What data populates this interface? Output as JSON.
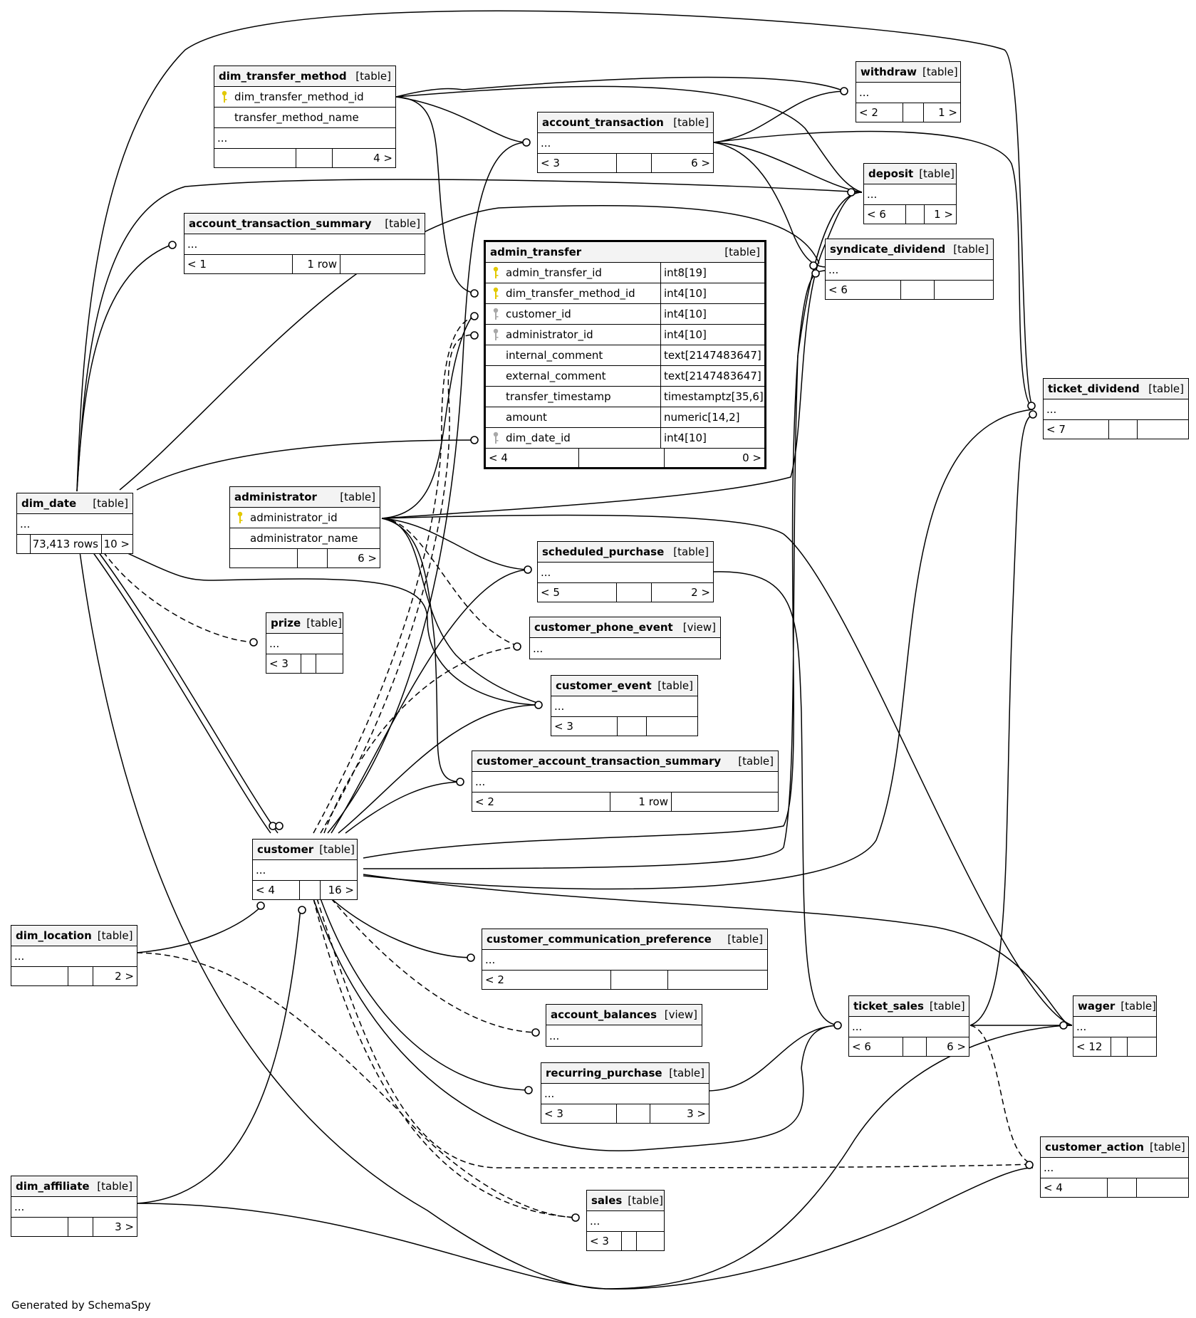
{
  "diagram": {
    "generated_by": "Generated by SchemaSpy",
    "tables": [
      {
        "id": "dim_transfer_method",
        "name": "dim_transfer_method",
        "type": "[table]",
        "columns": [
          {
            "name": "dim_transfer_method_id",
            "key": "pk"
          },
          {
            "name": "transfer_method_name",
            "key": ""
          }
        ],
        "ellipsis": "...",
        "footer": [
          "",
          "",
          "4 >"
        ]
      },
      {
        "id": "withdraw",
        "name": "withdraw",
        "type": "[table]",
        "columns": [],
        "ellipsis": "...",
        "footer": [
          "< 2",
          "",
          "1 >"
        ]
      },
      {
        "id": "account_transaction",
        "name": "account_transaction",
        "type": "[table]",
        "columns": [],
        "ellipsis": "...",
        "footer": [
          "< 3",
          "",
          "6 >"
        ]
      },
      {
        "id": "deposit",
        "name": "deposit",
        "type": "[table]",
        "columns": [],
        "ellipsis": "...",
        "footer": [
          "< 6",
          "",
          "1 >"
        ]
      },
      {
        "id": "account_transaction_summary",
        "name": "account_transaction_summary",
        "type": "[table]",
        "columns": [],
        "ellipsis": "...",
        "footer": [
          "< 1",
          "1 row",
          ""
        ]
      },
      {
        "id": "admin_transfer",
        "name": "admin_transfer",
        "type": "[table]",
        "columns": [
          {
            "name": "admin_transfer_id",
            "type": "int8[19]",
            "key": "pk"
          },
          {
            "name": "dim_transfer_method_id",
            "type": "int4[10]",
            "key": "pk"
          },
          {
            "name": "customer_id",
            "type": "int4[10]",
            "key": "fk"
          },
          {
            "name": "administrator_id",
            "type": "int4[10]",
            "key": "fk"
          },
          {
            "name": "internal_comment",
            "type": "text[2147483647]",
            "key": ""
          },
          {
            "name": "external_comment",
            "type": "text[2147483647]",
            "key": ""
          },
          {
            "name": "transfer_timestamp",
            "type": "timestamptz[35,6]",
            "key": ""
          },
          {
            "name": "amount",
            "type": "numeric[14,2]",
            "key": ""
          },
          {
            "name": "dim_date_id",
            "type": "int4[10]",
            "key": "fk"
          }
        ],
        "ellipsis": "",
        "footer": [
          "< 4",
          "",
          "0 >"
        ]
      },
      {
        "id": "syndicate_dividend",
        "name": "syndicate_dividend",
        "type": "[table]",
        "columns": [],
        "ellipsis": "...",
        "footer": [
          "< 6",
          "",
          ""
        ]
      },
      {
        "id": "ticket_dividend",
        "name": "ticket_dividend",
        "type": "[table]",
        "columns": [],
        "ellipsis": "...",
        "footer": [
          "< 7",
          "",
          ""
        ]
      },
      {
        "id": "dim_date",
        "name": "dim_date",
        "type": "[table]",
        "columns": [],
        "ellipsis": "...",
        "footer": [
          "",
          "73,413 rows",
          "10 >"
        ]
      },
      {
        "id": "administrator",
        "name": "administrator",
        "type": "[table]",
        "columns": [
          {
            "name": "administrator_id",
            "key": "pk"
          },
          {
            "name": "administrator_name",
            "key": ""
          }
        ],
        "ellipsis": "",
        "footer": [
          "",
          "",
          "6 >"
        ]
      },
      {
        "id": "scheduled_purchase",
        "name": "scheduled_purchase",
        "type": "[table]",
        "columns": [],
        "ellipsis": "...",
        "footer": [
          "< 5",
          "",
          "2 >"
        ]
      },
      {
        "id": "customer_phone_event",
        "name": "customer_phone_event",
        "type": "[view]",
        "columns": [],
        "ellipsis": "...",
        "footer": null
      },
      {
        "id": "prize",
        "name": "prize",
        "type": "[table]",
        "columns": [],
        "ellipsis": "...",
        "footer": [
          "< 3",
          "",
          ""
        ]
      },
      {
        "id": "customer_event",
        "name": "customer_event",
        "type": "[table]",
        "columns": [],
        "ellipsis": "...",
        "footer": [
          "< 3",
          "",
          ""
        ]
      },
      {
        "id": "customer_account_transaction_summary",
        "name": "customer_account_transaction_summary",
        "type": "[table]",
        "columns": [],
        "ellipsis": "...",
        "footer": [
          "< 2",
          "1 row",
          ""
        ]
      },
      {
        "id": "customer",
        "name": "customer",
        "type": "[table]",
        "columns": [],
        "ellipsis": "...",
        "footer": [
          "< 4",
          "",
          "16 >"
        ]
      },
      {
        "id": "dim_location",
        "name": "dim_location",
        "type": "[table]",
        "columns": [],
        "ellipsis": "...",
        "footer": [
          "",
          "",
          "2 >"
        ]
      },
      {
        "id": "customer_communication_preference",
        "name": "customer_communication_preference",
        "type": "[table]",
        "columns": [],
        "ellipsis": "...",
        "footer": [
          "< 2",
          "",
          ""
        ]
      },
      {
        "id": "account_balances",
        "name": "account_balances",
        "type": "[view]",
        "columns": [],
        "ellipsis": "...",
        "footer": null
      },
      {
        "id": "ticket_sales",
        "name": "ticket_sales",
        "type": "[table]",
        "columns": [],
        "ellipsis": "...",
        "footer": [
          "< 6",
          "",
          "6 >"
        ]
      },
      {
        "id": "wager",
        "name": "wager",
        "type": "[table]",
        "columns": [],
        "ellipsis": "...",
        "footer": [
          "< 12",
          "",
          ""
        ]
      },
      {
        "id": "recurring_purchase",
        "name": "recurring_purchase",
        "type": "[table]",
        "columns": [],
        "ellipsis": "...",
        "footer": [
          "< 3",
          "",
          "3 >"
        ]
      },
      {
        "id": "customer_action",
        "name": "customer_action",
        "type": "[table]",
        "columns": [],
        "ellipsis": "...",
        "footer": [
          "< 4",
          "",
          ""
        ]
      },
      {
        "id": "dim_affiliate",
        "name": "dim_affiliate",
        "type": "[table]",
        "columns": [],
        "ellipsis": "...",
        "footer": [
          "",
          "",
          "3 >"
        ]
      },
      {
        "id": "sales",
        "name": "sales",
        "type": "[table]",
        "columns": [],
        "ellipsis": "...",
        "footer": [
          "< 3",
          "",
          ""
        ]
      }
    ],
    "relationships": [
      {
        "from": "dim_transfer_method",
        "to": "withdraw",
        "style": "solid"
      },
      {
        "from": "dim_transfer_method",
        "to": "account_transaction",
        "style": "solid"
      },
      {
        "from": "dim_transfer_method",
        "to": "deposit",
        "style": "solid"
      },
      {
        "from": "dim_transfer_method",
        "to": "admin_transfer",
        "style": "solid"
      },
      {
        "from": "account_transaction",
        "to": "withdraw",
        "style": "solid"
      },
      {
        "from": "account_transaction",
        "to": "deposit",
        "style": "solid"
      },
      {
        "from": "account_transaction",
        "to": "syndicate_dividend",
        "style": "solid"
      },
      {
        "from": "account_transaction",
        "to": "ticket_dividend",
        "style": "solid"
      },
      {
        "from": "dim_date",
        "to": "account_transaction_summary",
        "style": "solid"
      },
      {
        "from": "dim_date",
        "to": "deposit",
        "style": "solid"
      },
      {
        "from": "dim_date",
        "to": "syndicate_dividend",
        "style": "solid"
      },
      {
        "from": "dim_date",
        "to": "ticket_dividend",
        "style": "solid"
      },
      {
        "from": "dim_date",
        "to": "admin_transfer",
        "style": "solid"
      },
      {
        "from": "dim_date",
        "to": "prize",
        "style": "dashed"
      },
      {
        "from": "dim_date",
        "to": "customer",
        "style": "solid"
      },
      {
        "from": "dim_date",
        "to": "customer_event",
        "style": "solid"
      },
      {
        "from": "dim_date",
        "to": "wager",
        "style": "solid"
      },
      {
        "from": "administrator",
        "to": "admin_transfer",
        "style": "solid"
      },
      {
        "from": "administrator",
        "to": "deposit",
        "style": "solid"
      },
      {
        "from": "administrator",
        "to": "scheduled_purchase",
        "style": "solid"
      },
      {
        "from": "administrator",
        "to": "customer_phone_event",
        "style": "dashed"
      },
      {
        "from": "administrator",
        "to": "customer_event",
        "style": "solid"
      },
      {
        "from": "administrator",
        "to": "customer_account_transaction_summary",
        "style": "solid"
      },
      {
        "from": "administrator",
        "to": "wager",
        "style": "solid"
      },
      {
        "from": "customer",
        "to": "admin_transfer",
        "style": "dashed"
      },
      {
        "from": "customer",
        "to": "account_transaction",
        "style": "solid"
      },
      {
        "from": "customer",
        "to": "scheduled_purchase",
        "style": "solid"
      },
      {
        "from": "customer",
        "to": "customer_phone_event",
        "style": "dashed"
      },
      {
        "from": "customer",
        "to": "customer_event",
        "style": "solid"
      },
      {
        "from": "customer",
        "to": "customer_account_transaction_summary",
        "style": "solid"
      },
      {
        "from": "customer",
        "to": "syndicate_dividend",
        "style": "solid"
      },
      {
        "from": "customer",
        "to": "deposit",
        "style": "solid"
      },
      {
        "from": "customer",
        "to": "ticket_dividend",
        "style": "solid"
      },
      {
        "from": "customer",
        "to": "wager",
        "style": "solid"
      },
      {
        "from": "customer",
        "to": "customer_communication_preference",
        "style": "solid"
      },
      {
        "from": "customer",
        "to": "account_balances",
        "style": "dashed"
      },
      {
        "from": "customer",
        "to": "recurring_purchase",
        "style": "solid"
      },
      {
        "from": "customer",
        "to": "ticket_sales",
        "style": "solid"
      },
      {
        "from": "customer",
        "to": "sales",
        "style": "dashed"
      },
      {
        "from": "customer",
        "to": "customer_action",
        "style": "dashed"
      },
      {
        "from": "dim_location",
        "to": "customer",
        "style": "solid"
      },
      {
        "from": "dim_location",
        "to": "sales",
        "style": "dashed"
      },
      {
        "from": "dim_affiliate",
        "to": "customer",
        "style": "solid"
      },
      {
        "from": "dim_affiliate",
        "to": "customer_action",
        "style": "solid"
      },
      {
        "from": "dim_affiliate",
        "to": "wager",
        "style": "solid"
      },
      {
        "from": "scheduled_purchase",
        "to": "ticket_sales",
        "style": "solid"
      },
      {
        "from": "recurring_purchase",
        "to": "ticket_sales",
        "style": "solid"
      },
      {
        "from": "ticket_sales",
        "to": "ticket_dividend",
        "style": "solid"
      },
      {
        "from": "ticket_sales",
        "to": "wager",
        "style": "solid"
      },
      {
        "from": "ticket_sales",
        "to": "customer_action",
        "style": "dashed"
      }
    ]
  }
}
